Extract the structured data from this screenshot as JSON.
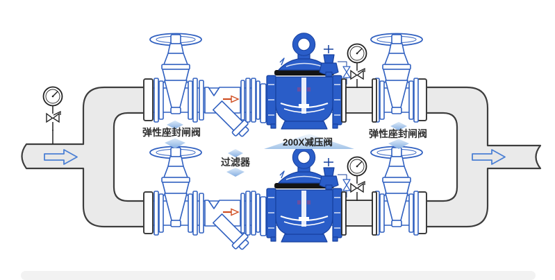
{
  "diagram": {
    "labels": {
      "gate_valve_left": "弹性座封闸阀",
      "strainer": "过滤器",
      "prv": "200X减压阀",
      "gate_valve_right": "弹性座封闸阀"
    },
    "colors": {
      "pipe_fill": "#eaeaea",
      "pipe_outline": "#3d3d3d",
      "component_blue": "#3060c0",
      "prv_fill": "#2a5dc8",
      "prv_outline": "#17409e",
      "label_text": "#2e2e2e",
      "flow_arrow_blue": "#4a7fd4",
      "strainer_arrow_orange": "#cf4e22",
      "pointer_blue": "#9fc2ea"
    }
  }
}
